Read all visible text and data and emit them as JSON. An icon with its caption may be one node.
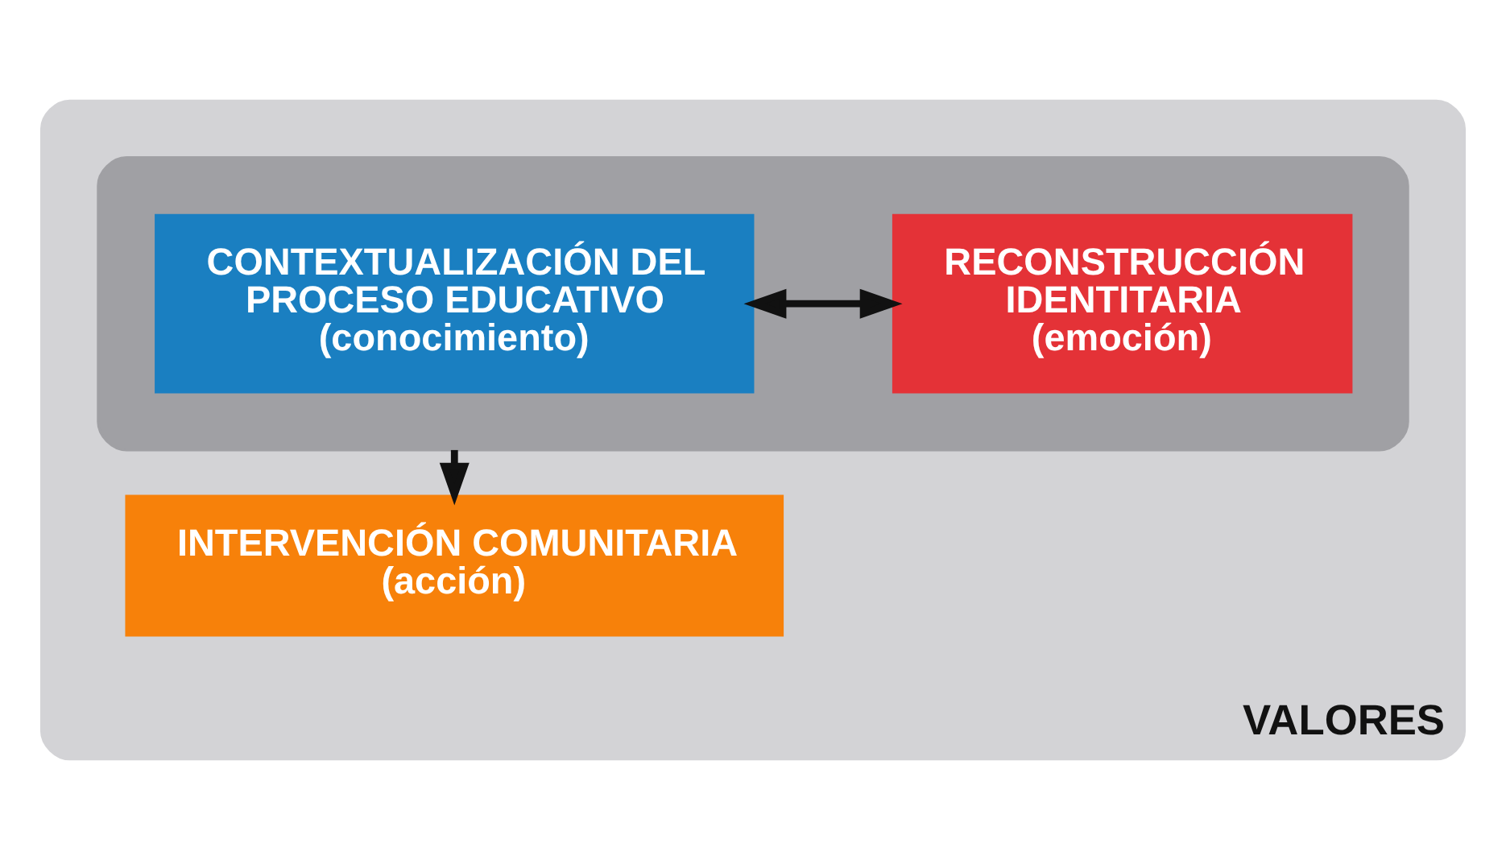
{
  "diagram": {
    "nodes": [
      {
        "text": [
          "VALORES"
        ]
      },
      {
        "text": [],
        "shape": "ellipse",
        "in": 0
      },
      {
        "text": [
          "CONTEXTUALIZACIÓN DEL PROCESO EDUCATIVO",
          "(conocimiento)"
        ],
        "in": 1
      },
      {
        "text": [
          "RECONSTRUCCIÓN IDENTITARIA",
          "(emoción)"
        ],
        "in": 1
      },
      {
        "text": [
          "INTERVENCIÓN COMUNITARIA",
          "(acción)"
        ],
        "in": 0
      }
    ],
    "edges": [
      {
        "from": 2,
        "to": 3,
        "arrow": "both"
      },
      {
        "from": 1,
        "to": 4,
        "arrow": "to"
      }
    ]
  }
}
